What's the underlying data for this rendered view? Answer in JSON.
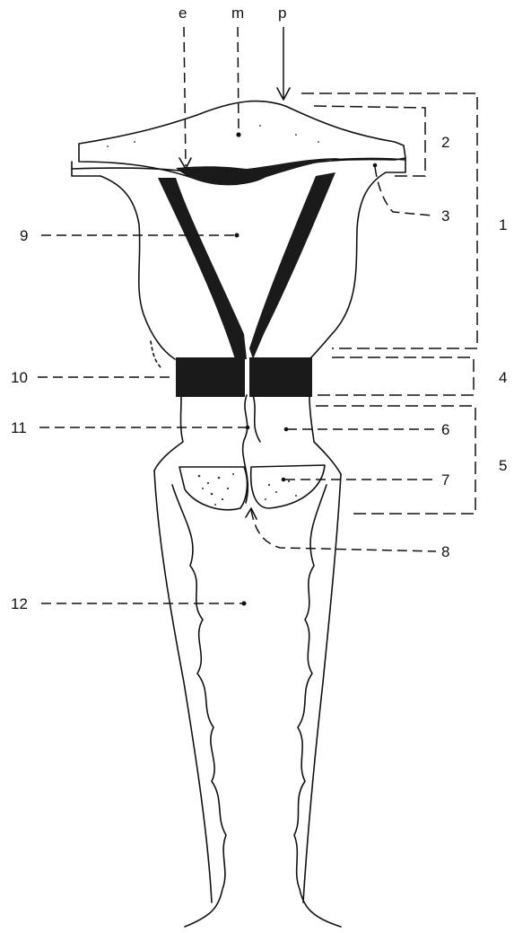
{
  "diagram": {
    "top_labels": [
      "e",
      "m",
      "p"
    ],
    "left_labels": [
      "9",
      "10",
      "11",
      "12"
    ],
    "right_labels": [
      "2",
      "3",
      "6",
      "7",
      "8"
    ],
    "bracket_labels": [
      "1",
      "4",
      "5"
    ]
  },
  "colors": {
    "ink": "#111111",
    "paper": "#ffffff"
  }
}
